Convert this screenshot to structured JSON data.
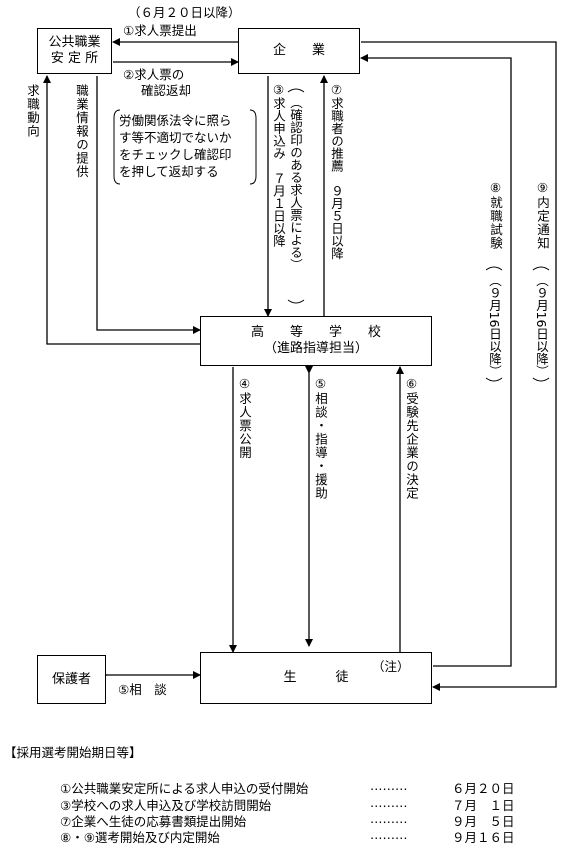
{
  "nodes": {
    "office": [
      "公共職業",
      "安 定 所"
    ],
    "company": "企　　業",
    "school_title": "高　　等　　学　　校",
    "school_sub": "（進路指導担当）",
    "guardian": "保護者",
    "student": "生　　　徒",
    "student_note": "（注）"
  },
  "flows": {
    "f1_date": "（６月２０日以降）",
    "f1": "①求人票提出",
    "f2": [
      "②求人票の",
      "確認返却"
    ],
    "check_note": [
      "労働関係法令に照ら",
      "す等不適切でないか",
      "をチェックし確認印",
      "を押して返却する"
    ],
    "trend": "求職動向",
    "info": "職業情報の提供",
    "f3": "③求人申込み　７月１日以降",
    "stamped": "（確認印のある求人票による）",
    "f7": "⑦求職者の推薦　９月５日以降",
    "f8": "⑧就職試験",
    "f8_date": "（９月16日以降）",
    "f9": "⑨内定通知",
    "f9_date": "（９月16日以降）",
    "f4": "④求人票公開",
    "f5": "⑤相談・指導・援助",
    "f6": "⑥受験先企業の決定",
    "f5_guardian": "⑤相　談"
  },
  "legend": {
    "title": "【採用選考開始期日等】",
    "rows": [
      {
        "label": "①公共職業安定所による求人申込の受付開始",
        "dots": "………",
        "date": "６月２０日"
      },
      {
        "label": "③学校への求人申込及び学校訪問開始",
        "dots": "………",
        "date": "７月　１日"
      },
      {
        "label": "⑦企業へ生徒の応募書類提出開始",
        "dots": "………",
        "date": "９月　５日"
      },
      {
        "label": "⑧・⑨選考開始及び内定開始",
        "dots": "………",
        "date": "９月１６日"
      }
    ]
  }
}
